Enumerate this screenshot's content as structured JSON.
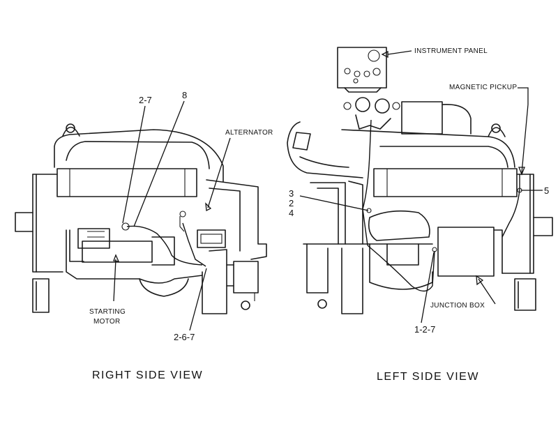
{
  "labels": {
    "instrument_panel": "INSTRUMENT PANEL",
    "magnetic_pickup": "MAGNETIC PICKUP",
    "alternator": "ALTERNATOR",
    "starting_motor_line1": "STARTING",
    "starting_motor_line2": "MOTOR",
    "junction_box": "JUNCTION BOX"
  },
  "callouts": {
    "right_2_7": "2-7",
    "right_8": "8",
    "right_2_6_7": "2-6-7",
    "left_3": "3",
    "left_2": "2",
    "left_4": "4",
    "left_5": "5",
    "left_1_2_7": "1-2-7"
  },
  "captions": {
    "right_view": "RIGHT SIDE VIEW",
    "left_view": "LEFT SIDE VIEW"
  }
}
